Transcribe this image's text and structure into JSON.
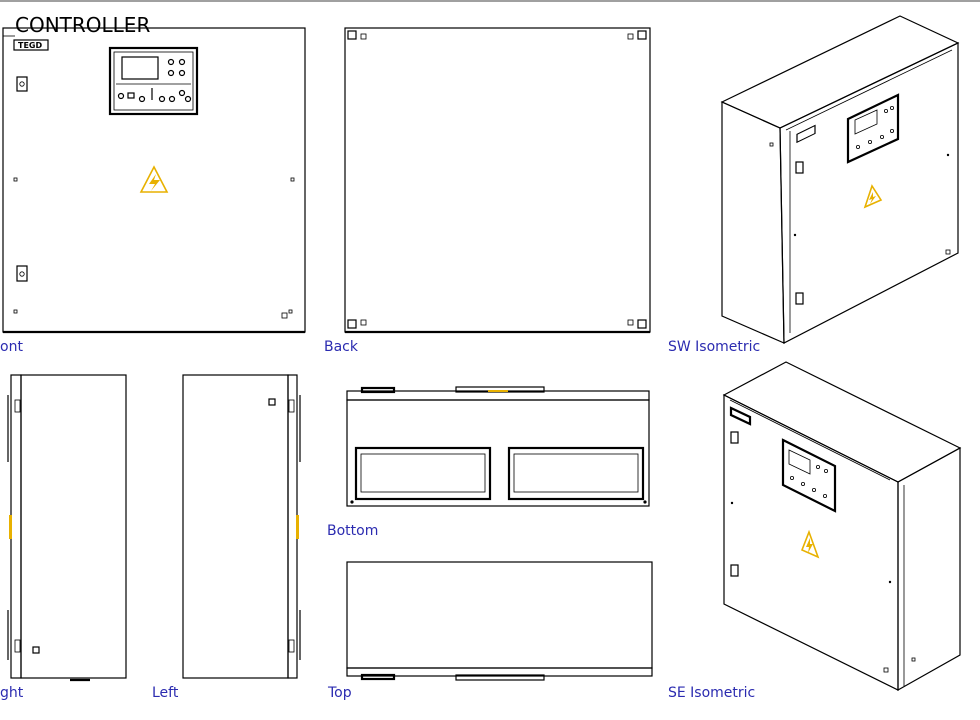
{
  "drawing": {
    "title": "CONTROLLER",
    "logo_text": "TEGD",
    "views": {
      "front": "ont",
      "back": "Back",
      "sw_isometric": "SW Isometric",
      "right": "ght",
      "left": "Left",
      "bottom": "Bottom",
      "top": "Top",
      "se_isometric": "SE Isometric"
    }
  },
  "colors": {
    "label": "#2b2bb0",
    "warning": "#e8b100",
    "line": "#000000"
  },
  "icons": {
    "warning": "high-voltage-warning-icon",
    "lock": "door-lock-icon"
  }
}
